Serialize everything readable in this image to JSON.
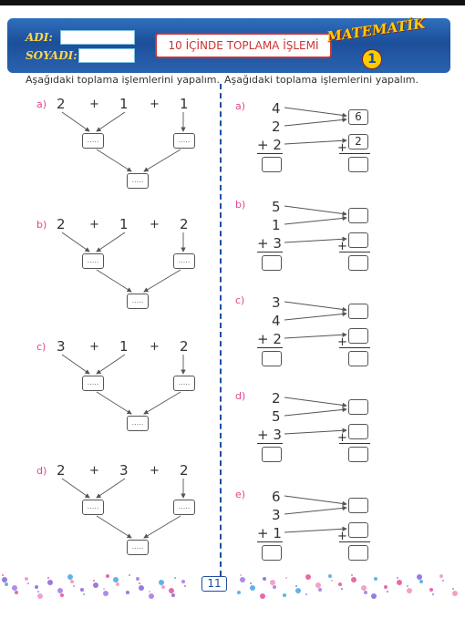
{
  "header": {
    "name_label": "ADI:",
    "surname_label": "SOYADI:",
    "title": "10 İÇİNDE TOPLAMA İŞLEMİ",
    "brand": "MATEMATİK",
    "brand_number": "1"
  },
  "left": {
    "instruction": "Aşağıdaki toplama işlemlerini yapalım.",
    "problems": [
      {
        "letter": "a)",
        "n1": "2",
        "n2": "1",
        "n3": "1"
      },
      {
        "letter": "b)",
        "n1": "2",
        "n2": "1",
        "n3": "2"
      },
      {
        "letter": "c)",
        "n1": "3",
        "n2": "1",
        "n3": "2"
      },
      {
        "letter": "d)",
        "n1": "2",
        "n2": "3",
        "n3": "2"
      }
    ],
    "plus": "+",
    "box_dots": "....."
  },
  "right": {
    "instruction": "Aşağıdaki toplama işlemlerini yapalım.",
    "problems": [
      {
        "letter": "a)",
        "n1": "4",
        "n2": "2",
        "n3": "+ 2",
        "b1": "6",
        "b3": "2"
      },
      {
        "letter": "b)",
        "n1": "5",
        "n2": "1",
        "n3": "+ 3",
        "b1": "",
        "b3": ""
      },
      {
        "letter": "c)",
        "n1": "3",
        "n2": "4",
        "n3": "+ 2",
        "b1": "",
        "b3": ""
      },
      {
        "letter": "d)",
        "n1": "2",
        "n2": "5",
        "n3": "+ 3",
        "b1": "",
        "b3": ""
      },
      {
        "letter": "e)",
        "n1": "6",
        "n2": "3",
        "n3": "+ 1",
        "b1": "",
        "b3": ""
      }
    ],
    "plus": "+"
  },
  "footer": {
    "page_number": "11"
  },
  "colors": {
    "header_blue": "#1c4f9a",
    "accent_pink": "#e2458f",
    "divider_blue": "#1f4fa0"
  }
}
